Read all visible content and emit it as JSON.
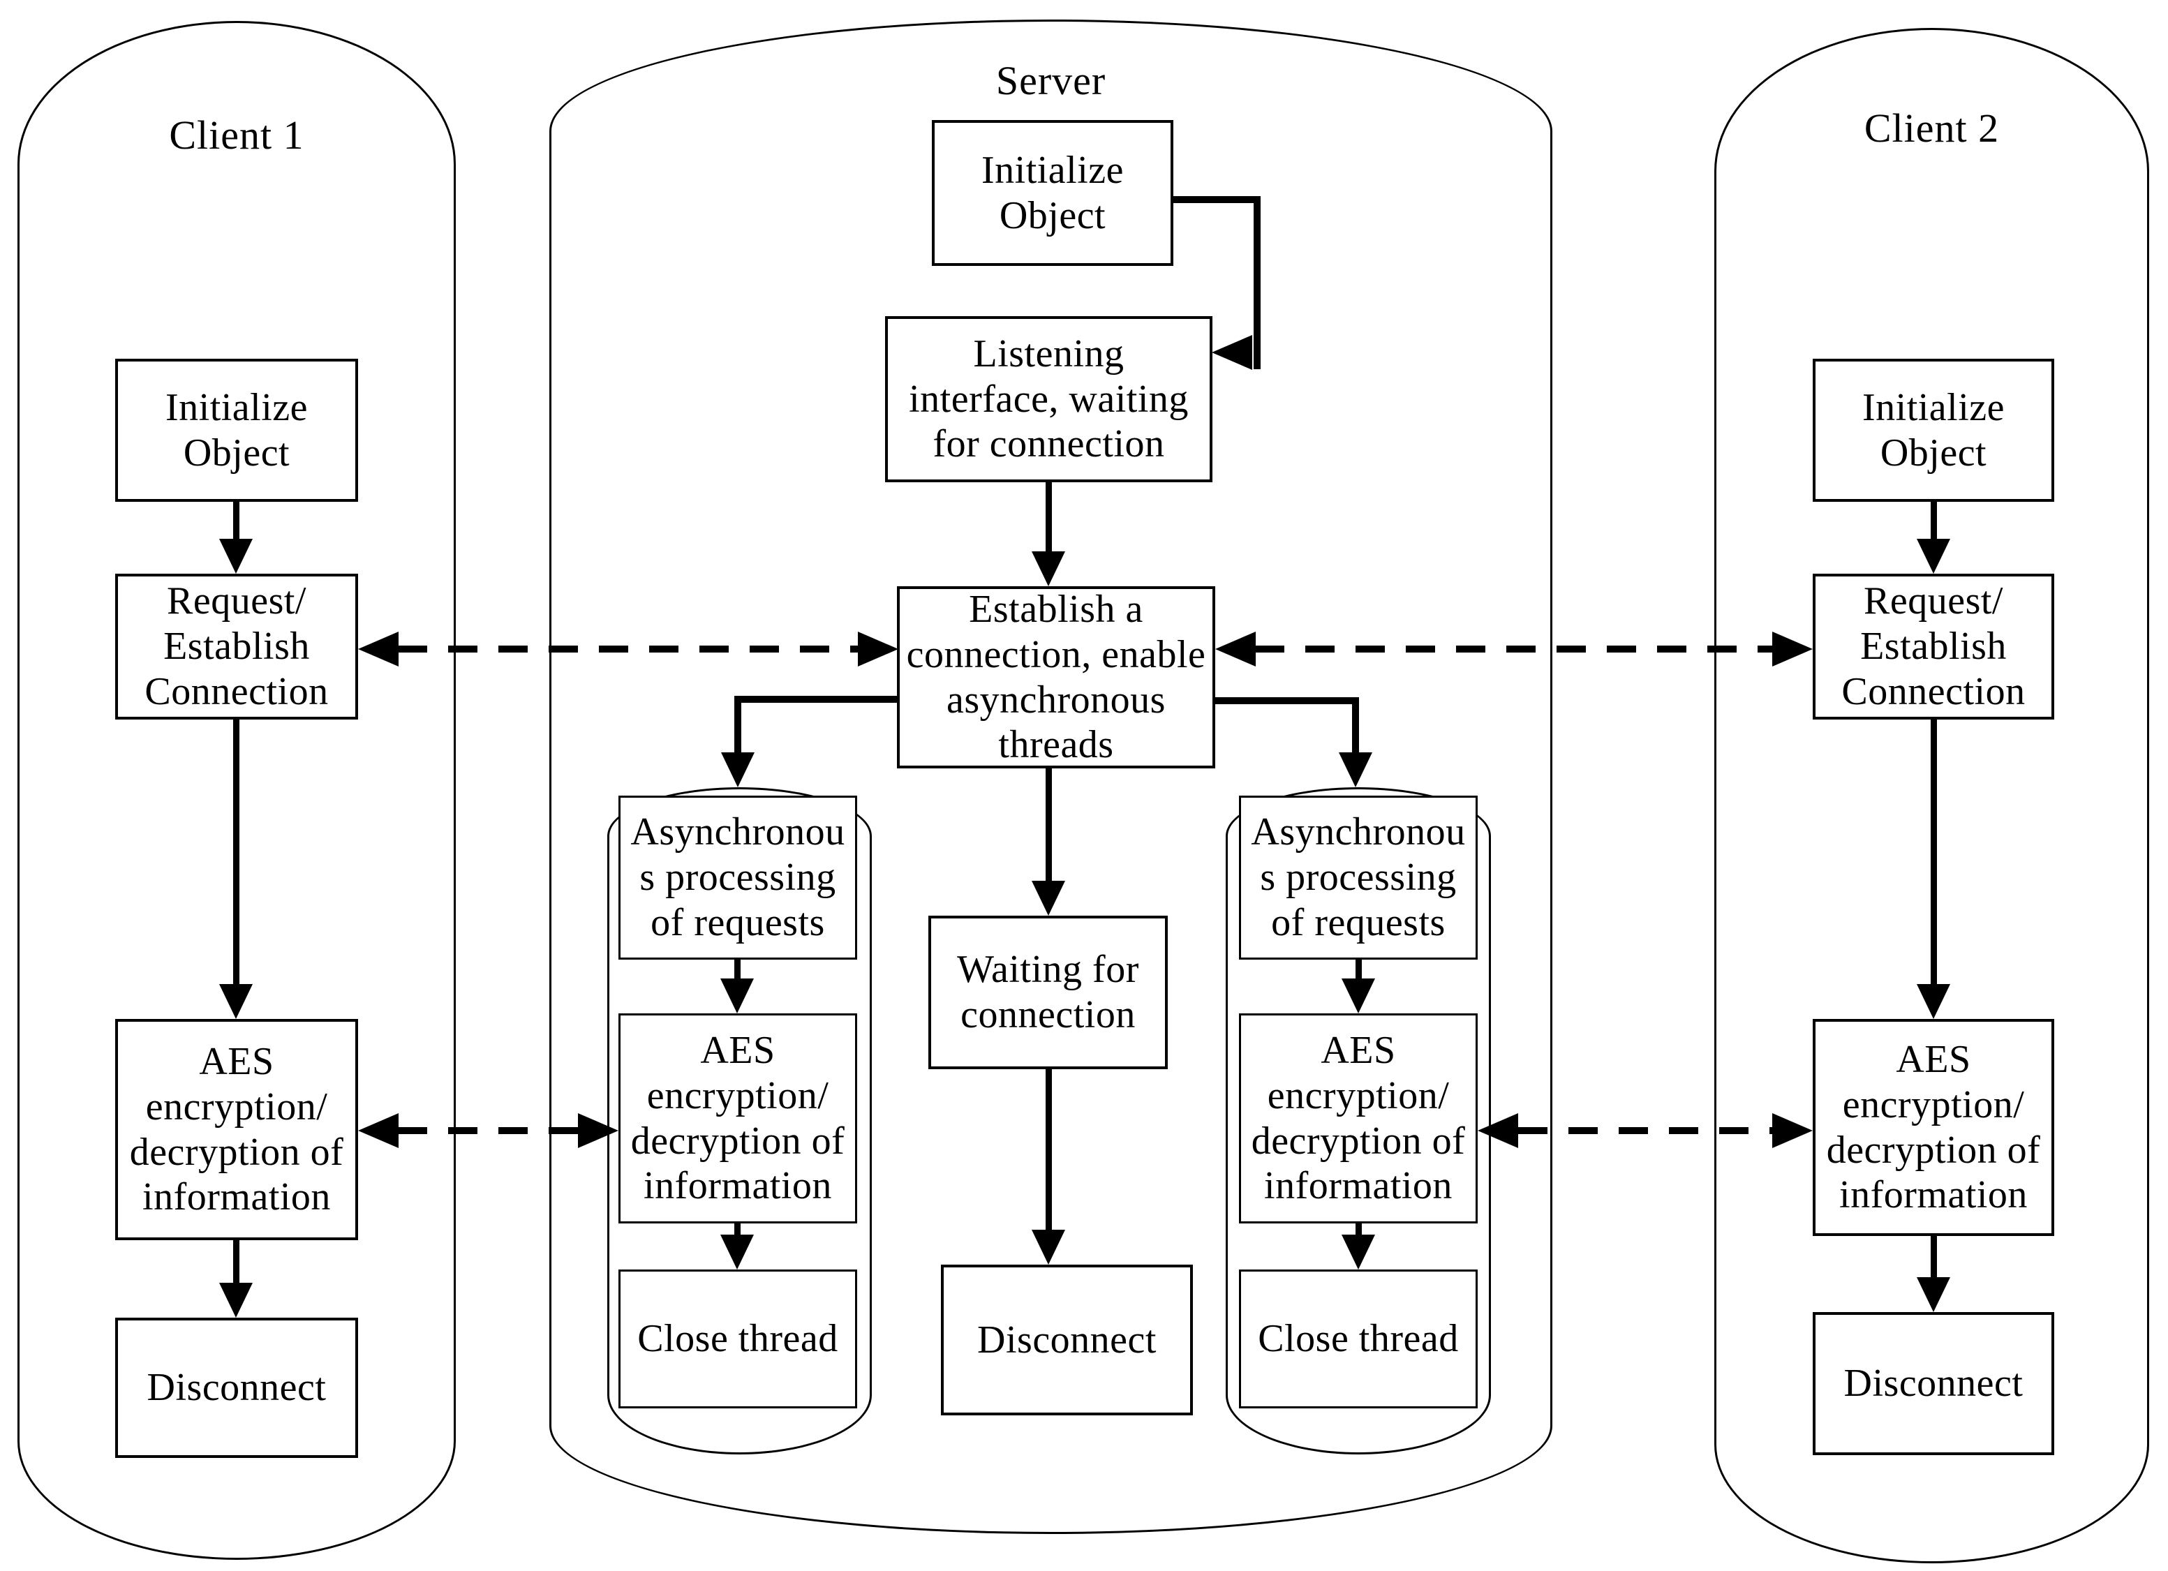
{
  "figure_type": "client-server flow diagram",
  "colors": {
    "background": "#ffffff",
    "line": "#000000"
  },
  "client1": {
    "title": "Client 1",
    "steps": {
      "init": "Initialize\nObject",
      "request": "Request/\nEstablish\nConnection",
      "aes": "AES\nencryption/\ndecryption of\ninformation",
      "disconnect": "Disconnect"
    }
  },
  "server": {
    "title": "Server",
    "steps": {
      "init": "Initialize\nObject",
      "listening": "Listening\ninterface, waiting\nfor connection",
      "establish": "Establish a\nconnection, enable\nasynchronous\nthreads",
      "waiting": "Waiting for\nconnection",
      "disconnect": "Disconnect"
    },
    "async_thread_left": {
      "processing": "Asynchronou\ns processing\nof requests",
      "aes": "AES\nencryption/\ndecryption of\ninformation",
      "close": "Close thread"
    },
    "async_thread_right": {
      "processing": "Asynchronou\ns processing\nof requests",
      "aes": "AES\nencryption/\ndecryption of\ninformation",
      "close": "Close thread"
    }
  },
  "client2": {
    "title": "Client 2",
    "steps": {
      "init": "Initialize\nObject",
      "request": "Request/\nEstablish\nConnection",
      "aes": "AES\nencryption/\ndecryption of\ninformation",
      "disconnect": "Disconnect"
    }
  }
}
